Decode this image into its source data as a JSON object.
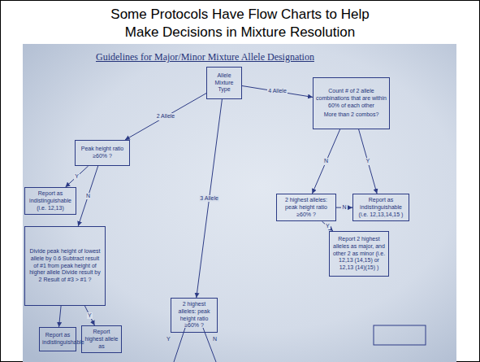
{
  "diagram": {
    "title": "Some Protocols Have Flow Charts to Help Make Decisions in Mixture Resolution",
    "nodes": [
      {
        "text": [
          "Allele Mixture Type"
        ]
      },
      {
        "text": [
          "Peak height ratio ≥60% ?"
        ]
      },
      {
        "text": [
          "Report as indistinguishable (i.e. 12,13)"
        ]
      },
      {
        "text": [
          "Divide peak height of lowest allele by 0.6 Subtract result of #1 from peak height of higher allele Divide result by 2 Result of #3 > #1 ?"
        ]
      },
      {
        "text": [
          "Report as indistinguishable"
        ]
      },
      {
        "text": [
          "Report highest allele as"
        ]
      },
      {
        "text": [
          "2 highest alleles: peak height ratio ≥60% ?"
        ]
      },
      {
        "text": [
          "Count # of 2 allele combinations that are within 60% of each other",
          "More than 2 combos?"
        ]
      },
      {
        "text": [
          "2 highest alleles: peak height ratio ≥60% ?"
        ]
      },
      {
        "text": [
          "Report as indistinguishable (i.e. 12,13,14,15 )"
        ]
      },
      {
        "text": [
          "Report 2 highest alleles as major, and other 2 as minor (i.e. 12,13 (14,15) or 12,13 (14)(15) )"
        ]
      }
    ],
    "edges": [
      {
        "from": 0,
        "to": 1,
        "label": "2 Allele",
        "arrow": "to"
      },
      {
        "from": 0,
        "to": 6,
        "label": "3 Allele",
        "arrow": "to"
      },
      {
        "from": 0,
        "to": 7,
        "label": "4 Allele",
        "arrow": "to"
      },
      {
        "from": 1,
        "to": 2,
        "label": "Y",
        "arrow": "to"
      },
      {
        "from": 1,
        "to": 3,
        "label": "N",
        "arrow": "to"
      },
      {
        "from": 3,
        "to": 4,
        "arrow": "to"
      },
      {
        "from": 3,
        "to": 5,
        "label": "Y",
        "arrow": "to"
      },
      {
        "from": 7,
        "to": 8,
        "label": "N",
        "arrow": "to"
      },
      {
        "from": 7,
        "to": 9,
        "label": "Y",
        "arrow": "to"
      },
      {
        "from": 8,
        "to": 9,
        "label": "N",
        "arrow": "to"
      },
      {
        "from": 8,
        "to": 10,
        "label": "Y",
        "arrow": "to"
      }
    ],
    "labels": [
      "Guidelines for Major/Minor Mixture Allele Designation",
      "Y",
      "N"
    ]
  }
}
